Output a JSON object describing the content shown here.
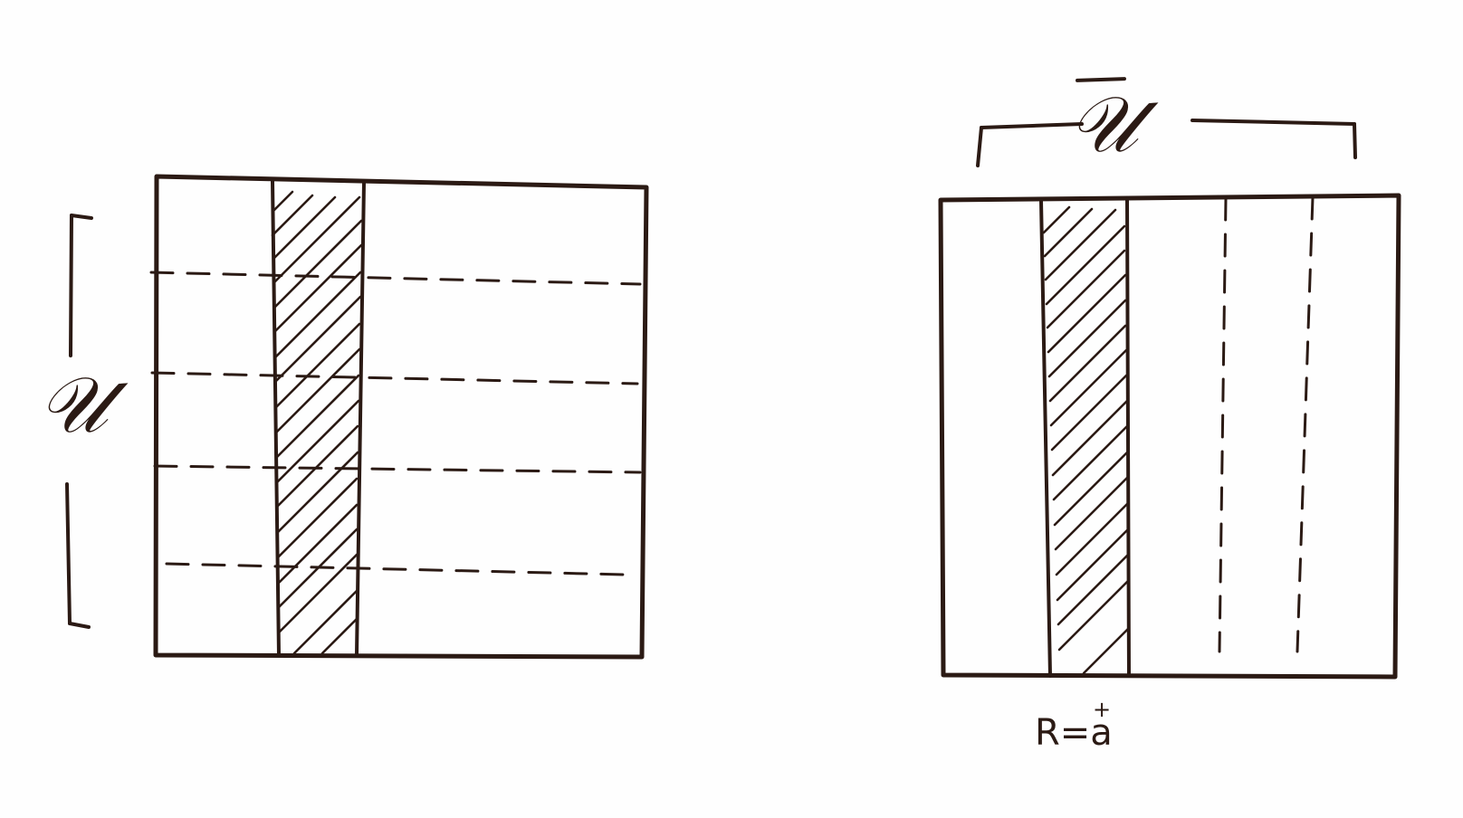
{
  "labels": {
    "left_axis_symbol": "𝒰",
    "right_top_symbol": "𝒰",
    "caption_main": "R=a",
    "caption_superscript": "+"
  }
}
